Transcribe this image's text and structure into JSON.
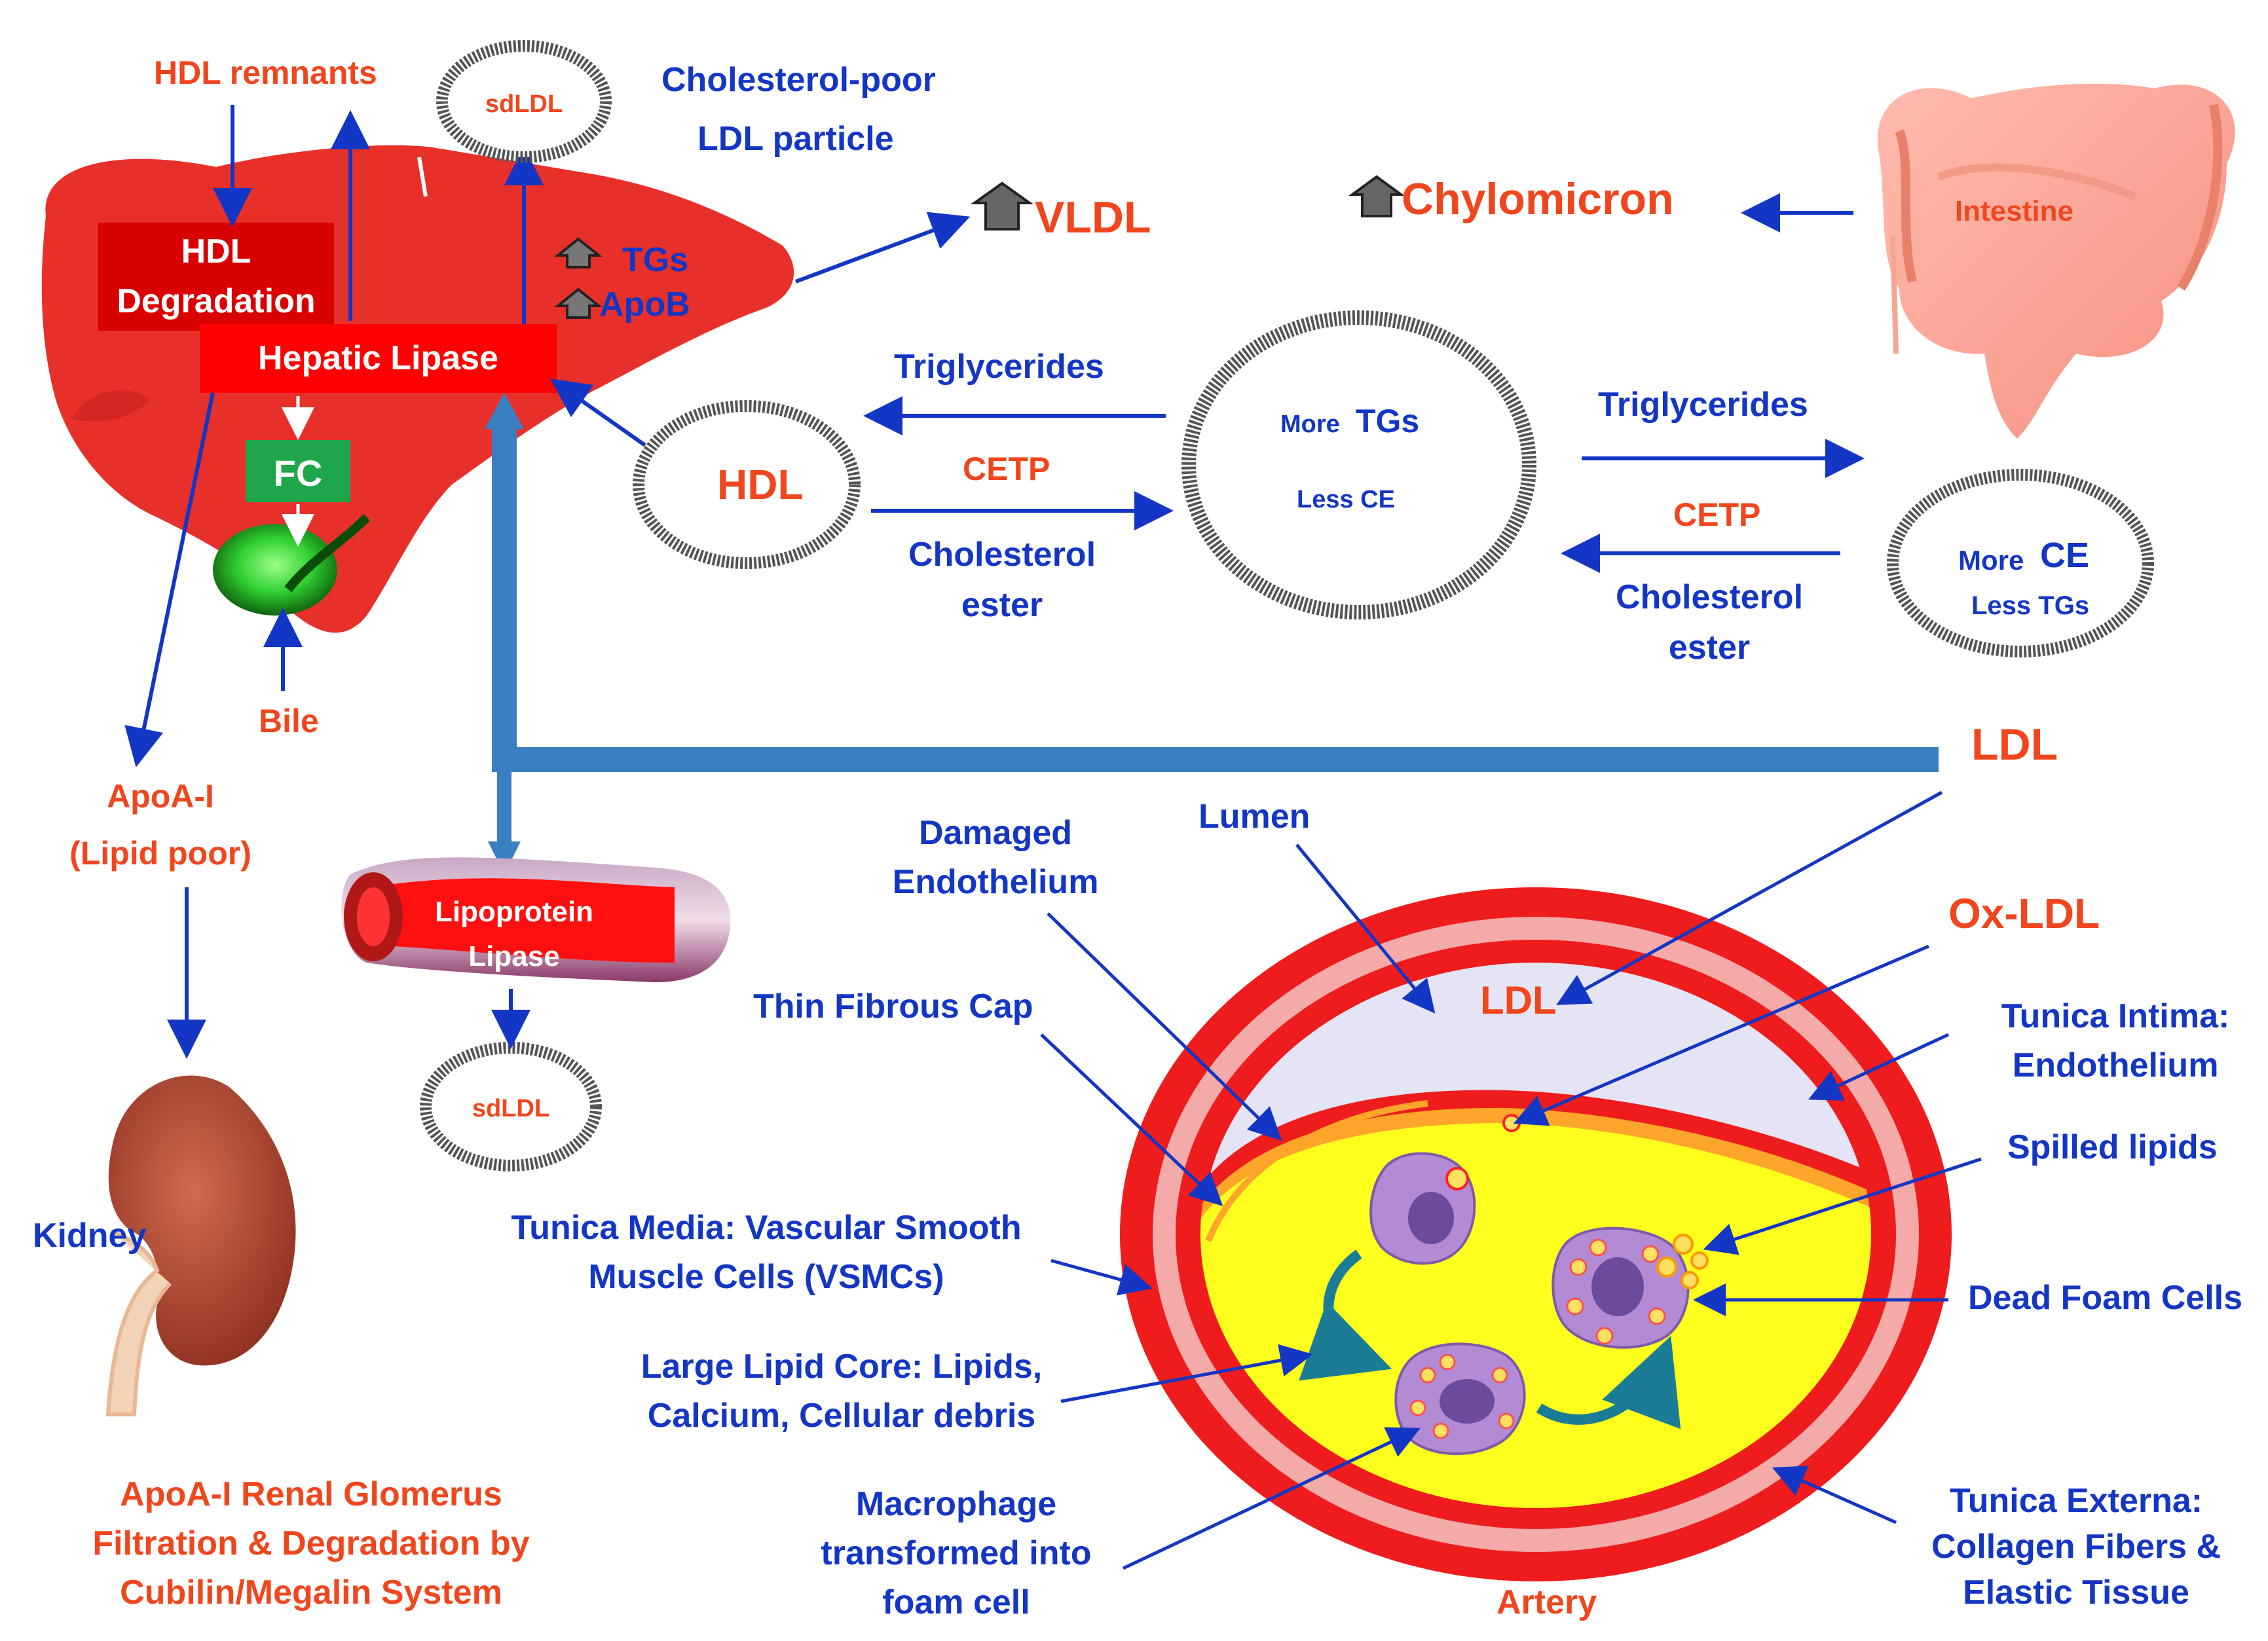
{
  "colors": {
    "blue_text": "#1436c4",
    "red_text": "#f0461e",
    "liver": "#e8302a",
    "hepatic_box": "#ff0000",
    "hdl_degradation_box": "#d90000",
    "fc_box": "#1fa64a",
    "connector_bar": "#3a7fc1",
    "artery_wall": "#ee1c1c",
    "plaque_core": "#ffff1e",
    "lumen": "#e4e4f4"
  },
  "icons": {
    "up_arrow": "up-arrow-icon",
    "down_arrow": "down-arrow-icon"
  },
  "liver": {
    "hdl_remnants": "HDL remnants",
    "hdl_degradation_line1": "HDL",
    "hdl_degradation_line2": "Degradation",
    "hepatic_lipase": "Hepatic Lipase",
    "fc": "FC",
    "bile": "Bile",
    "tgs": "TGs",
    "apob": "ApoB"
  },
  "sdldl_top": {
    "label": "sdLDL",
    "caption_line1": "Cholesterol-poor",
    "caption_line2": "LDL particle"
  },
  "vldl": "VLDL",
  "chylomicron": "Chylomicron",
  "intestine": "Intestine",
  "hdl": "HDL",
  "exchange_left": {
    "triglycerides": "Triglycerides",
    "cetp": "CETP",
    "cholesterol_line1": "Cholesterol",
    "cholesterol_line2": "ester"
  },
  "exchange_right": {
    "triglycerides": "Triglycerides",
    "cetp": "CETP",
    "cholesterol_line1": "Cholesterol",
    "cholesterol_line2": "ester"
  },
  "vldl_particle": {
    "more": "More",
    "tgs": "TGs",
    "less_ce": "Less CE"
  },
  "ldl_particle": {
    "more": "More",
    "ce": "CE",
    "less_tgs": "Less TGs"
  },
  "ldl_right": "LDL",
  "apoa1": {
    "line1": "ApoA-I",
    "line2": "(Lipid poor)"
  },
  "kidney": "Kidney",
  "renal_caption": {
    "line1": "ApoA-I Renal Glomerus",
    "line2": "Filtration & Degradation by",
    "line3": "Cubilin/Megalin System"
  },
  "lipoprotein_lipase": {
    "line1": "Lipoprotein",
    "line2": "Lipase"
  },
  "sdldl_bottom": "sdLDL",
  "artery": {
    "damaged_line1": "Damaged",
    "damaged_line2": "Endothelium",
    "lumen": "Lumen",
    "ldl": "LDL",
    "ox_ldl": "Ox-LDL",
    "thin_fibrous_cap": "Thin Fibrous Cap",
    "intima_line1": "Tunica Intima:",
    "intima_line2": "Endothelium",
    "spilled_lipids": "Spilled lipids",
    "media_line1": "Tunica Media: Vascular Smooth",
    "media_line2": "Muscle Cells (VSMCs)",
    "dead_foam_cells": "Dead Foam Cells",
    "core_line1": "Large Lipid Core: Lipids,",
    "core_line2": "Calcium, Cellular debris",
    "macrophage_line1": "Macrophage",
    "macrophage_line2": "transformed into",
    "macrophage_line3": "foam cell",
    "artery": "Artery",
    "externa_line1": "Tunica Externa:",
    "externa_line2": "Collagen Fibers &",
    "externa_line3": "Elastic Tissue"
  }
}
